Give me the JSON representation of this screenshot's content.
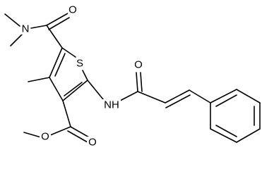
{
  "molecule": {
    "atoms": {
      "N_amide": "N",
      "O_amide_carbonyl": "O",
      "S_ring": "S",
      "O_acyl": "O",
      "NH_link": "NH",
      "O_ester_carbonyl": "O",
      "O_ester": "O"
    }
  }
}
